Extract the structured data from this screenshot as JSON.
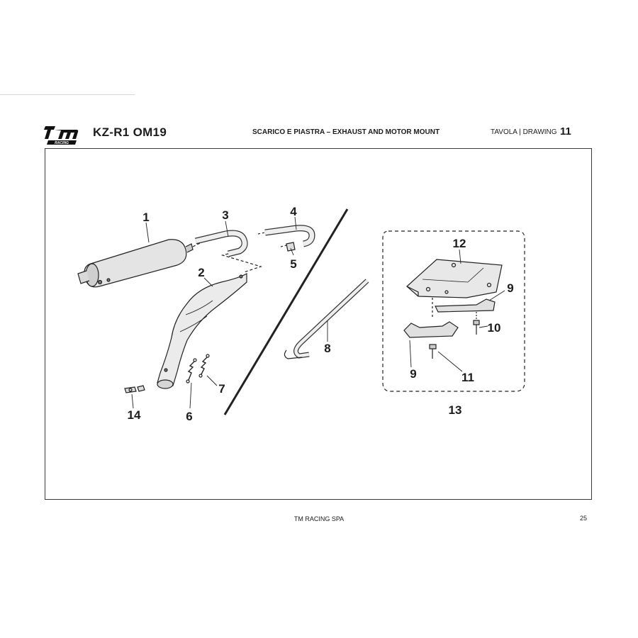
{
  "header": {
    "logo_text": "tm RACING",
    "model": "KZ-R1 OM19",
    "title": "SCARICO E PIASTRA – EXHAUST AND MOTOR MOUNT",
    "drawing_label": "TAVOLA | DRAWING",
    "drawing_number": "11"
  },
  "callouts": {
    "c1": "1",
    "c2": "2",
    "c3": "3",
    "c4": "4",
    "c5": "5",
    "c6": "6",
    "c7": "7",
    "c8": "8",
    "c9a": "9",
    "c9b": "9",
    "c10": "10",
    "c11": "11",
    "c12": "12",
    "c13": "13",
    "c14": "14"
  },
  "footer": {
    "company": "TM RACING SPA",
    "page_number": "25"
  }
}
